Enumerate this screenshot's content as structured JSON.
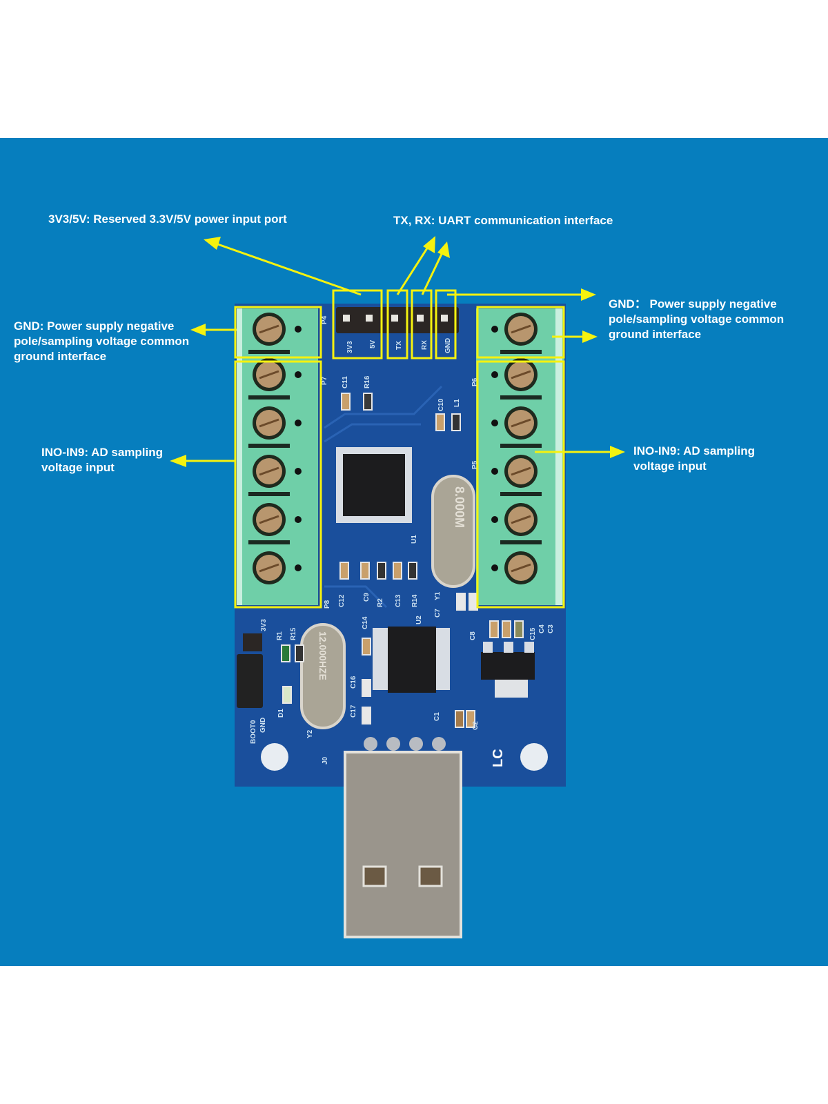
{
  "annotations": {
    "power_port": "3V3/5V: Reserved 3.3V/5V power input port",
    "uart": "TX, RX: UART communication interface",
    "gnd_left": "GND: Power supply negative\npole/sampling voltage common\nground interface",
    "gnd_right": "GND： Power supply negative\npole/sampling voltage common\nground interface",
    "adc_left": "INO-IN9: AD sampling\n voltage input",
    "adc_right": "INO-IN9: AD sampling\nvoltage input"
  },
  "colors": {
    "background": "#067ebe",
    "pcb": "#1a4f9c",
    "highlight": "#f5f20f",
    "terminal": "#6fcfa8",
    "text": "#ffffff"
  },
  "header_pins": {
    "ref": "P4",
    "pins": [
      "3V3",
      "5V",
      "TX",
      "RX",
      "GND"
    ]
  },
  "silkscreen": {
    "terminals": [
      "P7",
      "P8",
      "P6",
      "P5"
    ],
    "top_parts": [
      "C11",
      "R16",
      "C10",
      "L1"
    ],
    "mid_parts": [
      "C12",
      "C9",
      "R2",
      "C13",
      "R14",
      "C7",
      "Y1",
      "U1"
    ],
    "lower_parts": [
      "3V3",
      "R1",
      "R15",
      "C14",
      "U2",
      "C8",
      "C15",
      "C4",
      "C3",
      "C16",
      "C17",
      "D1",
      "BOOT0",
      "GND",
      "Y2",
      "C1",
      "C2",
      "J0",
      "LC"
    ],
    "crystal_main": "8.000M",
    "crystal_usb": "12.000HZE"
  }
}
